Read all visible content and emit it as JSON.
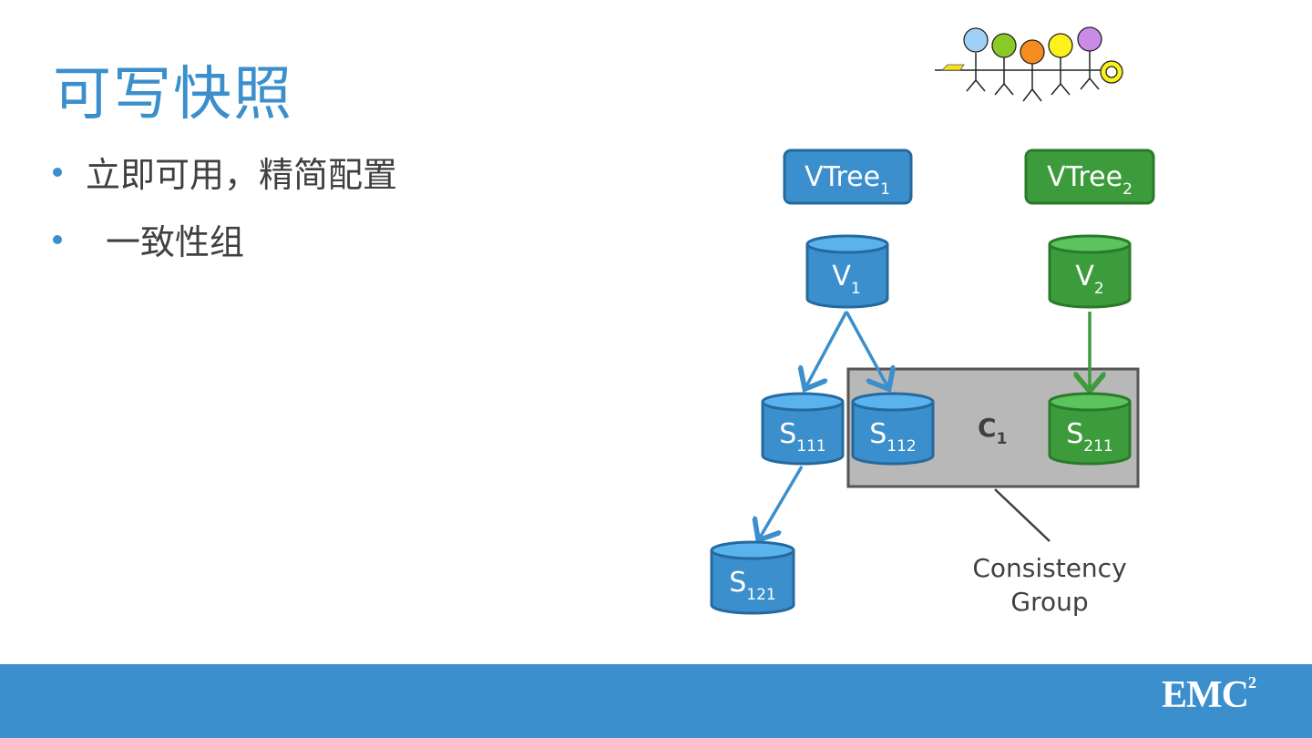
{
  "slide": {
    "title": "可写快照",
    "bullets": [
      "立即可用，精简配置",
      "一致性组"
    ]
  },
  "diagram": {
    "vtree1": {
      "main": "VTree",
      "sub": "1"
    },
    "vtree2": {
      "main": "VTree",
      "sub": "2"
    },
    "v1": {
      "main": "V",
      "sub": "1"
    },
    "v2": {
      "main": "V",
      "sub": "2"
    },
    "s111": {
      "main": "S",
      "sub": "111"
    },
    "s112": {
      "main": "S",
      "sub": "112"
    },
    "s211": {
      "main": "S",
      "sub": "211"
    },
    "s121": {
      "main": "S",
      "sub": "121"
    },
    "group": {
      "main": "C",
      "sub": "1"
    },
    "callout_line1": "Consistency",
    "callout_line2": "Group",
    "colors": {
      "blue": "#3a8fcc",
      "green": "#3c9c3c",
      "group_fill": "#b8b8b8"
    }
  },
  "footer": {
    "logo_text": "EMC",
    "logo_sup": "2"
  }
}
